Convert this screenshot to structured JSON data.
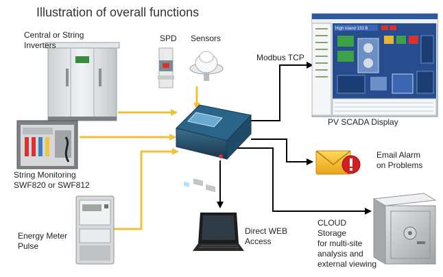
{
  "title": "Illustration  of overall functions",
  "labels": {
    "inverters": [
      "Central  or String",
      "Inverters"
    ],
    "spd": "SPD",
    "sensors": "Sensors",
    "modbus": "Modbus TCP",
    "scada": "PV SCADA Display",
    "string_monitoring": [
      "String Monitoring",
      "SWF820 or SWF812"
    ],
    "email": [
      "Email Alarm",
      "on Problems"
    ],
    "energy_meter": [
      "Energy Meter",
      "Pulse"
    ],
    "web": [
      "Direct WEB",
      "Access"
    ],
    "cloud": [
      "CLOUD",
      "Storage",
      "for multi-site",
      "analysis and",
      "external viewing"
    ]
  },
  "colors": {
    "input_arrow": "#f3c033",
    "output_arrow": "#000000",
    "alarm_badge": "#d22020"
  },
  "scada_screen": {
    "heading": "High Island 133 B"
  }
}
